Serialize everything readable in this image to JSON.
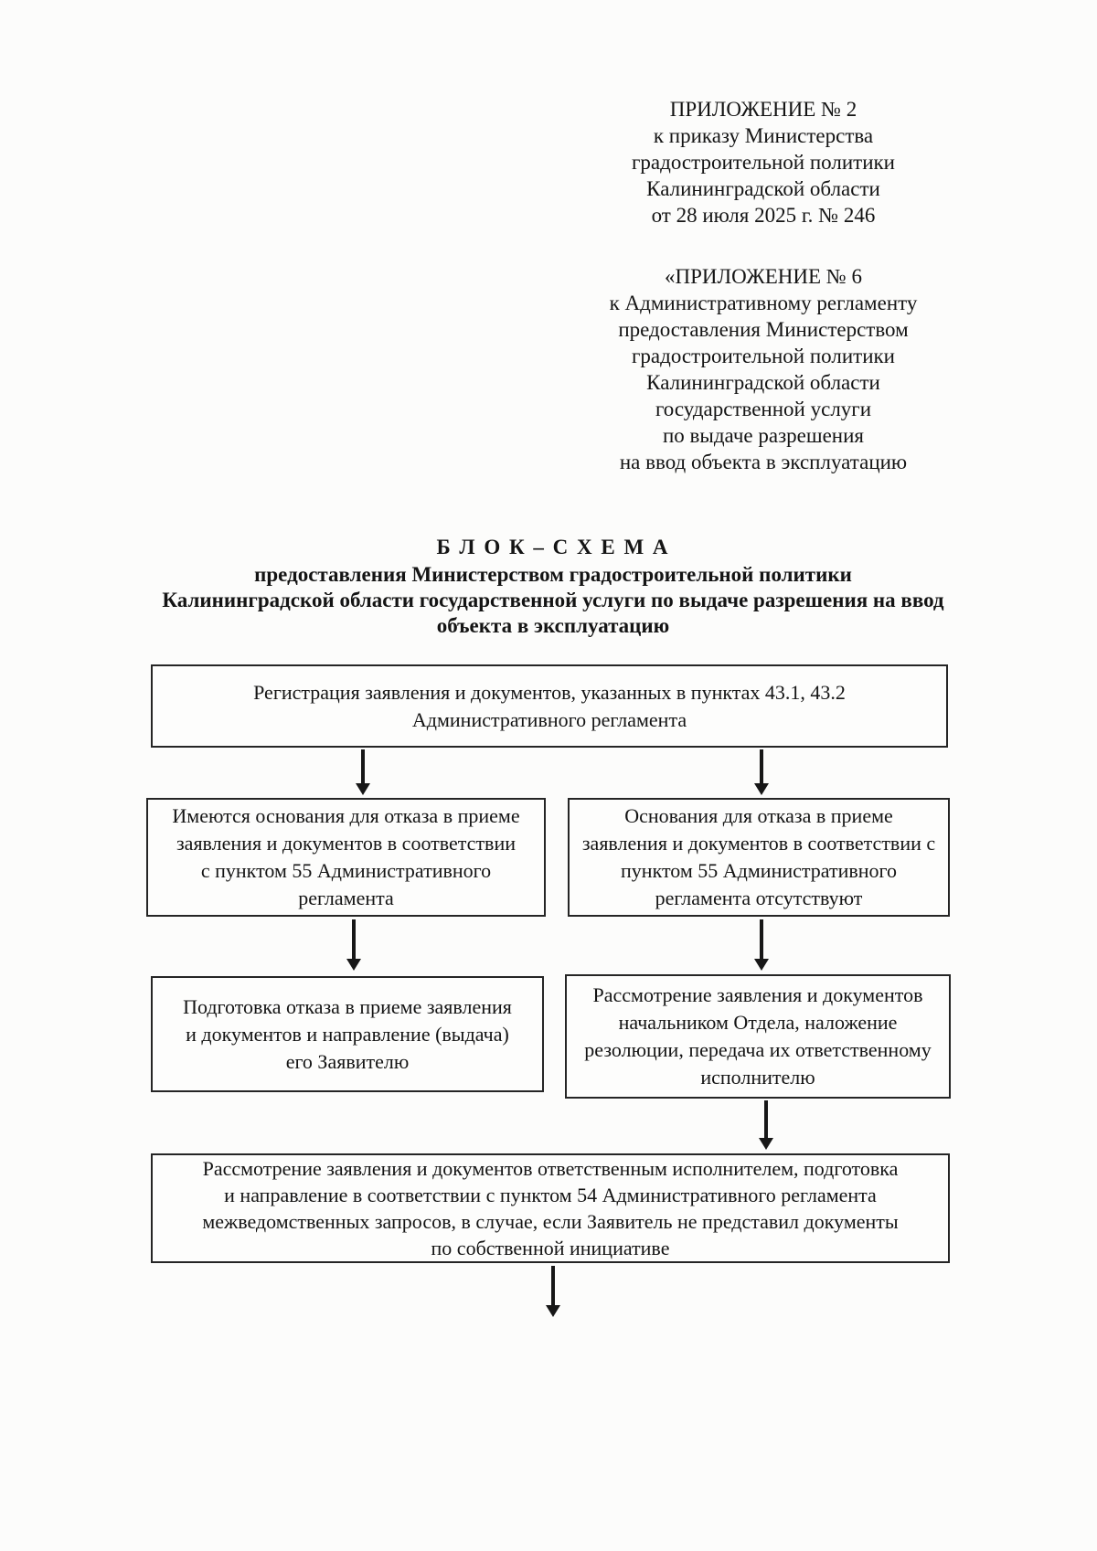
{
  "appendix1": {
    "lines": [
      "ПРИЛОЖЕНИЕ № 2",
      "к приказу Министерства",
      "градостроительной политики",
      "Калининградской области",
      "от 28 июля 2025 г. № 246"
    ]
  },
  "appendix2": {
    "lines": [
      "«ПРИЛОЖЕНИЕ № 6",
      "к Административному регламенту",
      "предоставления Министерством",
      "градостроительной политики",
      "Калининградской области",
      "государственной услуги",
      "по выдаче разрешения",
      "на ввод объекта в эксплуатацию"
    ]
  },
  "title": {
    "lines": [
      "Б Л О К – С Х Е М А",
      "предоставления Министерством градостроительной политики",
      "Калининградской области государственной услуги по выдаче разрешения на ввод",
      "объекта в эксплуатацию"
    ]
  },
  "flow": {
    "box_registration": {
      "lines": [
        "Регистрация заявления и документов, указанных в пунктах 43.1, 43.2",
        "Административного регламента"
      ]
    },
    "box_refusal_grounds": {
      "lines": [
        "Имеются основания для отказа в приеме",
        "заявления и документов в соответствии",
        "с пунктом 55 Административного",
        "регламента"
      ]
    },
    "box_no_refusal_grounds": {
      "lines": [
        "Основания для отказа в приеме",
        "заявления и документов в соответствии с",
        "пунктом 55 Административного",
        "регламента отсутствуют"
      ]
    },
    "box_prepare_refusal": {
      "lines": [
        "Подготовка отказа в приеме заявления",
        "и документов и направление (выдача)",
        "его Заявителю"
      ]
    },
    "box_review_head": {
      "lines": [
        "Рассмотрение заявления и документов",
        "начальником Отдела, наложение",
        "резолюции, передача их ответственному",
        "исполнителю"
      ]
    },
    "box_review_executor": {
      "lines": [
        "Рассмотрение заявления и документов ответственным исполнителем, подготовка",
        "и направление в соответствии с пунктом 54 Административного регламента",
        "межведомственных запросов, в случае, если Заявитель не представил документы",
        "по собственной инициативе"
      ]
    }
  }
}
